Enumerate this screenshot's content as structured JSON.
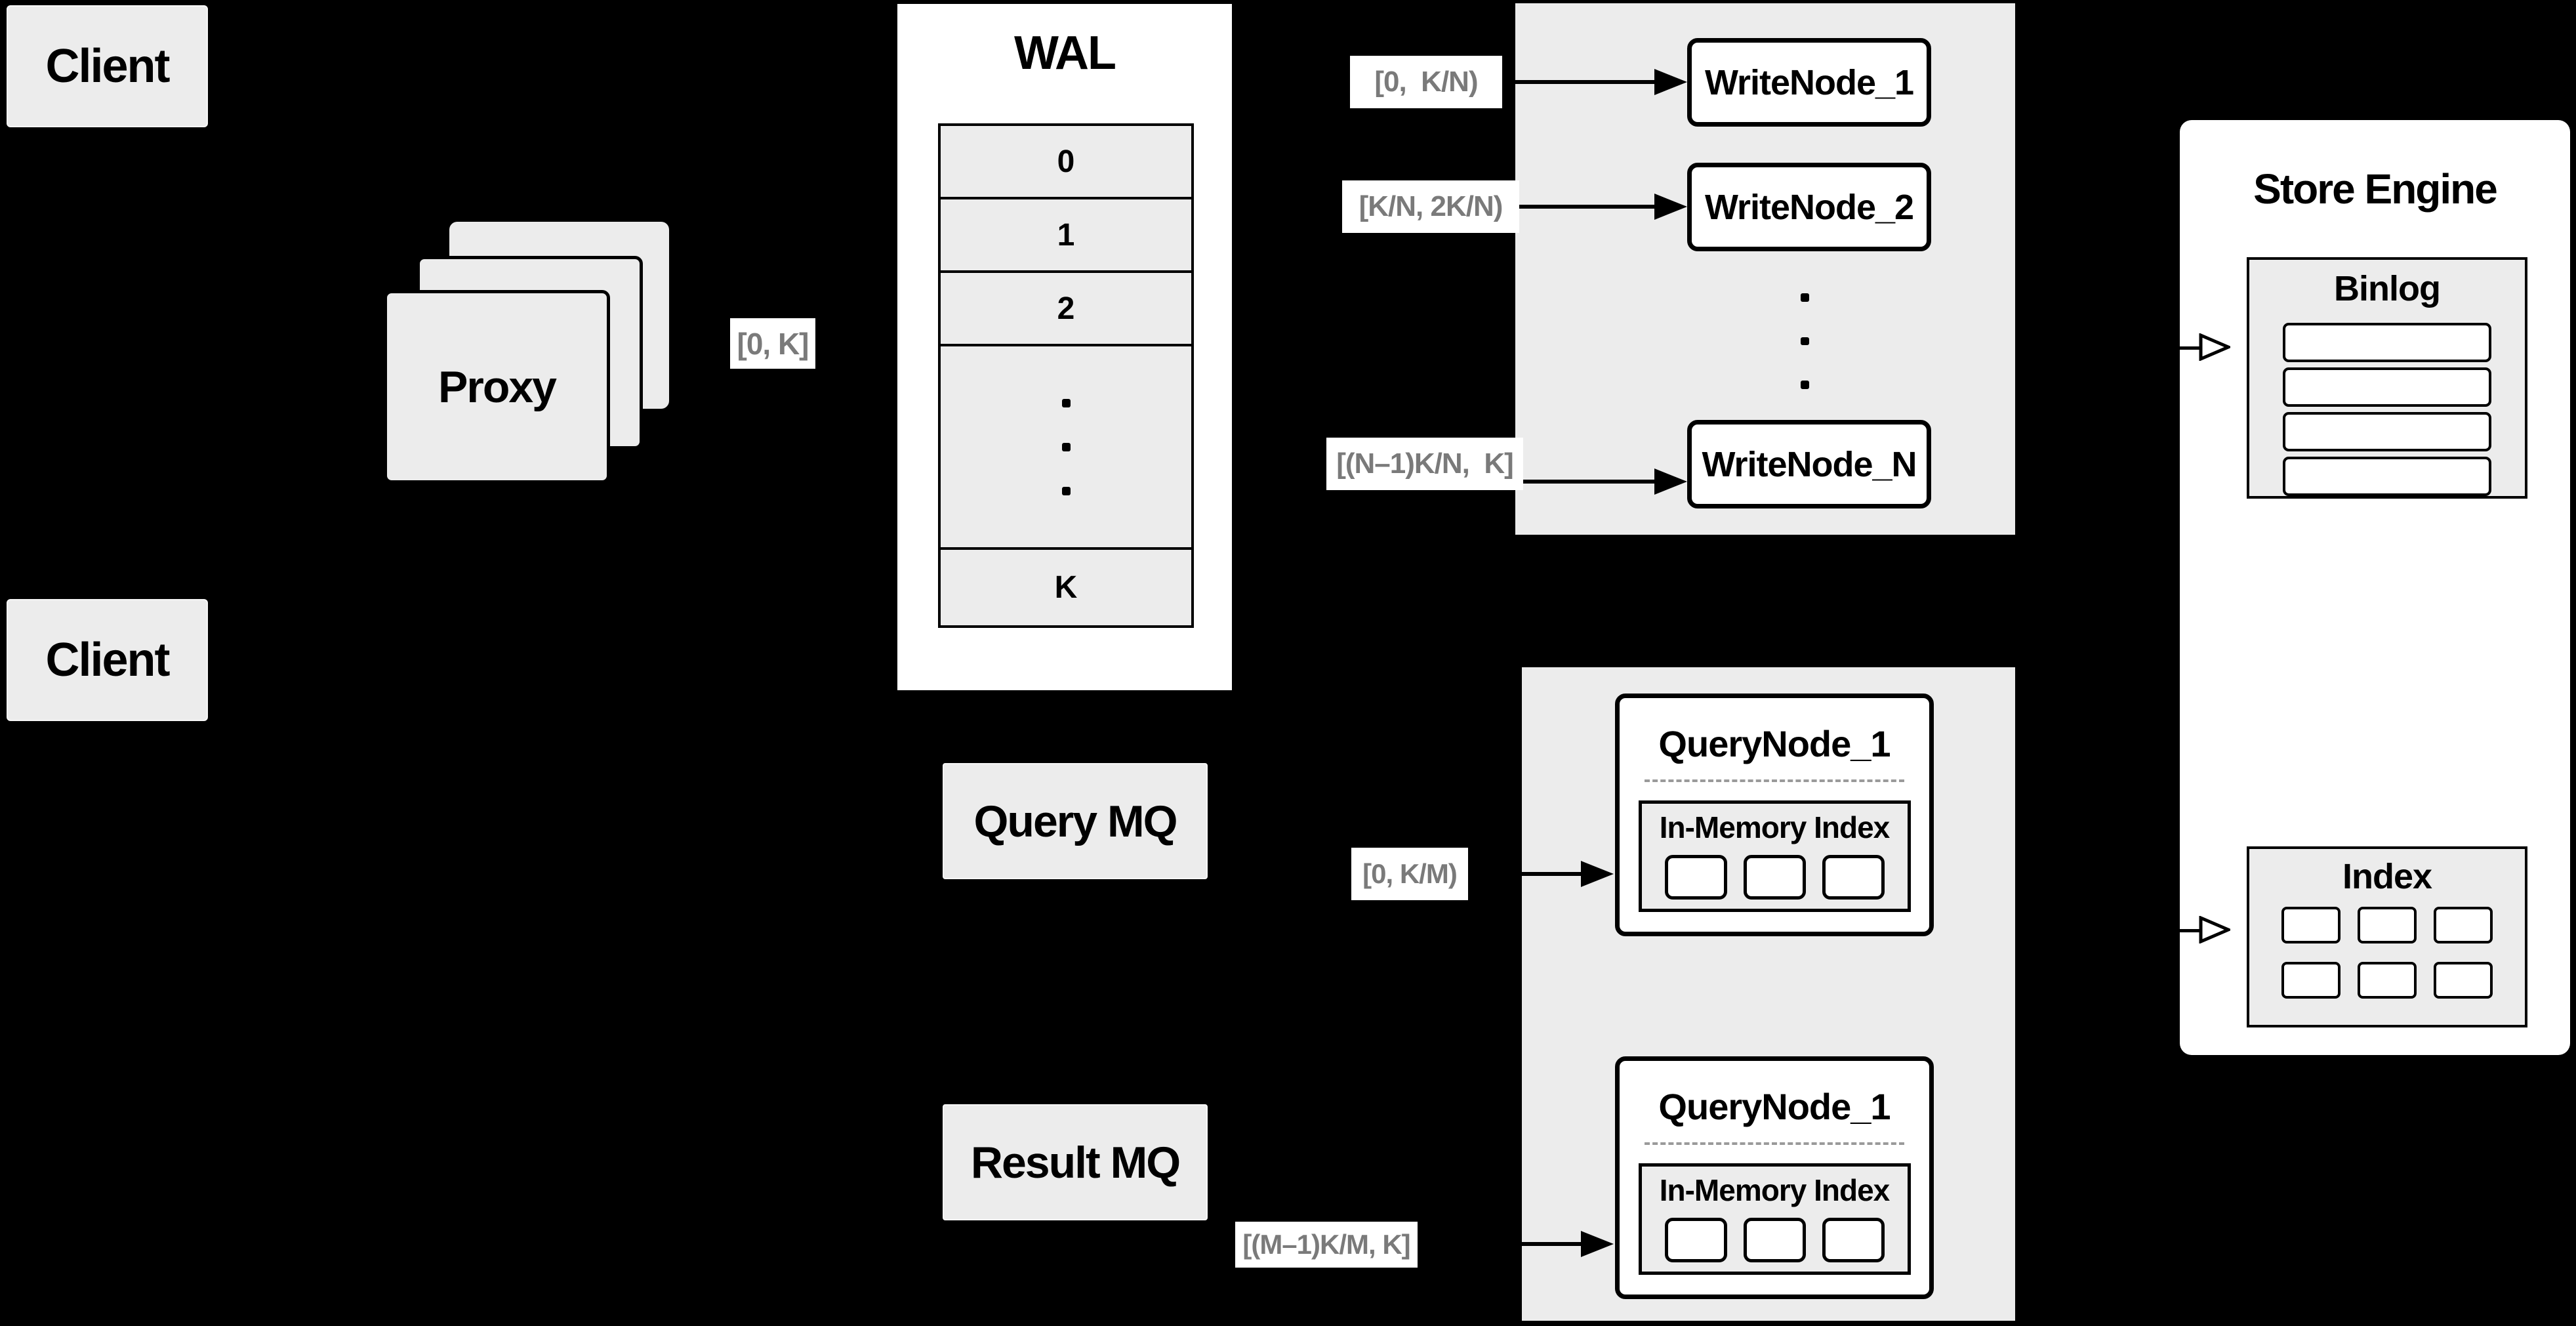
{
  "colors": {
    "background": "#000000",
    "panel_gray": "#ececec",
    "box_white": "#ffffff",
    "ink": "#000000",
    "range_label_text": "#7a7a7a",
    "dashed_separator": "#9a9a9a"
  },
  "clients": {
    "top_label": "Client",
    "bottom_label": "Client"
  },
  "proxy": {
    "label": "Proxy"
  },
  "edge_labels": {
    "proxy_wal": "[0, K]",
    "wal_wn1": "[0,  K/N)",
    "wal_wn2": "[K/N, 2K/N)",
    "wal_wnN": "[(N–1)K/N,  K]",
    "query_qn1": "[0, K/M)",
    "result_qn2": "[(M–1)K/M, K]"
  },
  "wal": {
    "title": "WAL",
    "rows": [
      "0",
      "1",
      "2",
      "K"
    ]
  },
  "write_nodes": {
    "node1": "WriteNode_1",
    "node2": "WriteNode_2",
    "nodeN": "WriteNode_N"
  },
  "mq": {
    "query": "Query MQ",
    "result": "Result MQ"
  },
  "query_nodes": {
    "node1": {
      "title": "QueryNode_1",
      "memory_title": "In-Memory Index"
    },
    "node2": {
      "title": "QueryNode_1",
      "memory_title": "In-Memory Index"
    }
  },
  "store_engine": {
    "title": "Store Engine",
    "binlog_title": "Binlog",
    "index_title": "Index",
    "binlog_row_count": 4,
    "index_cell_count": 6
  }
}
